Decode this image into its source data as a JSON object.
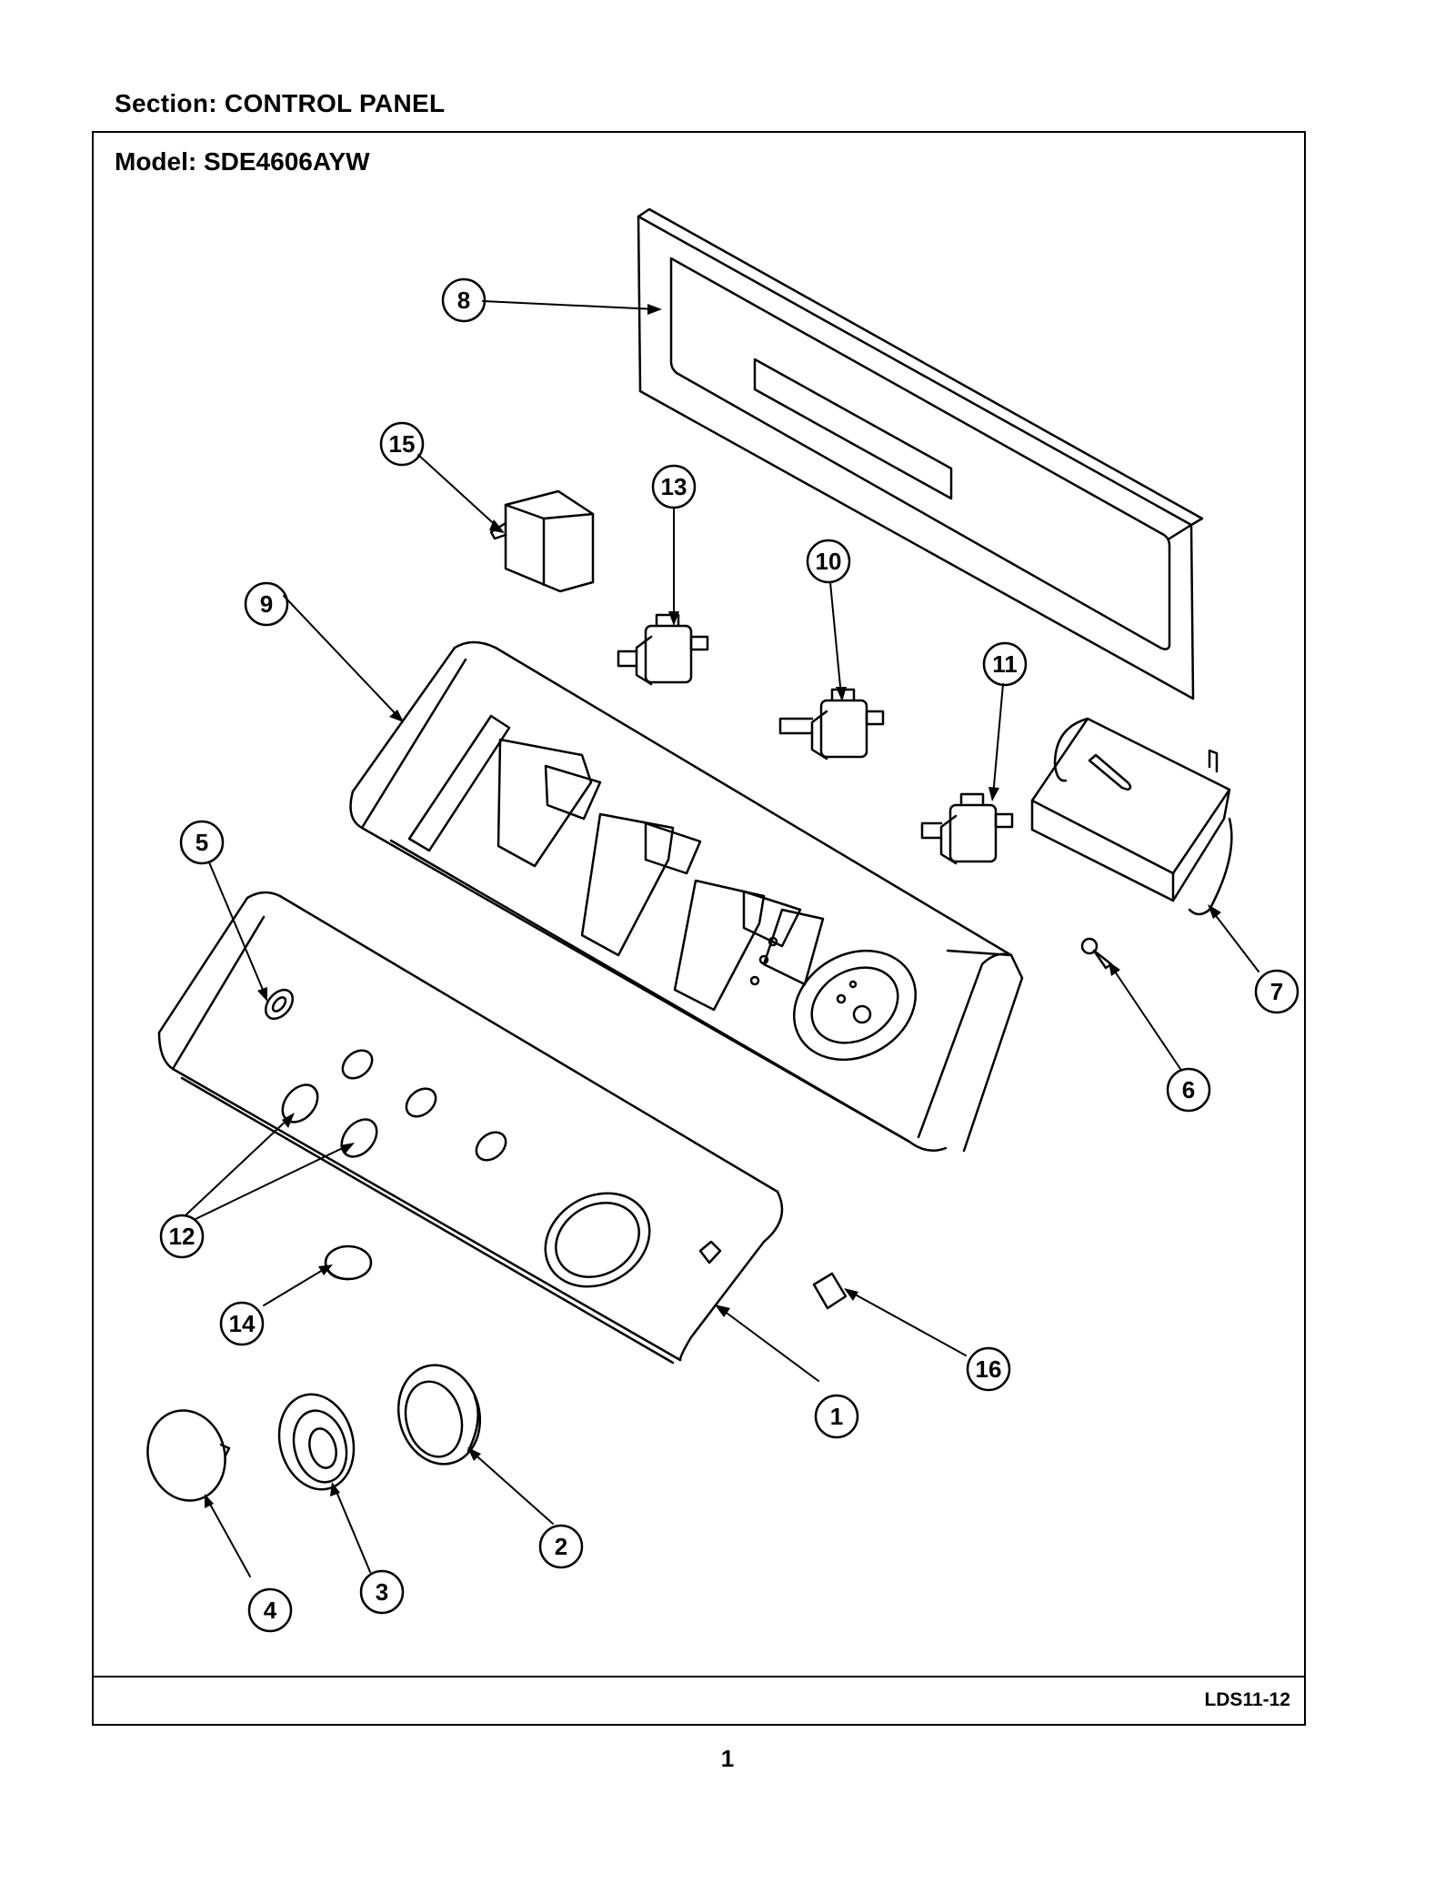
{
  "header": {
    "section_label": "Section:  CONTROL PANEL",
    "model_label": "Model:  SDE4606AYW"
  },
  "footer": {
    "drawing_code": "LDS11-12",
    "page_number": "1"
  },
  "callouts": [
    "1",
    "2",
    "3",
    "4",
    "5",
    "6",
    "7",
    "8",
    "9",
    "10",
    "11",
    "12",
    "13",
    "14",
    "15",
    "16"
  ]
}
